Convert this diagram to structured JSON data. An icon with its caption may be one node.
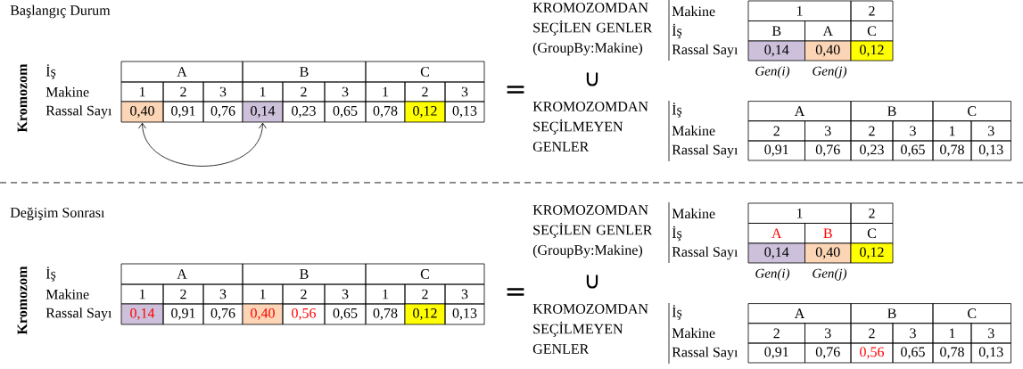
{
  "diagram": {
    "nodes": [
      {
        "text": [
          "0,40"
        ]
      },
      {
        "text": [
          "0,91"
        ]
      },
      {
        "text": [
          "0,76"
        ]
      },
      {
        "text": [
          "0,14"
        ]
      },
      {
        "text": [
          "0,23"
        ]
      },
      {
        "text": [
          "0,65"
        ]
      },
      {
        "text": [
          "0,78"
        ]
      },
      {
        "text": [
          "0,12"
        ]
      },
      {
        "text": [
          "0,13"
        ]
      }
    ],
    "edges": [
      {
        "from": 0,
        "to": 3,
        "arrow": "both"
      }
    ],
    "labels": [
      "Başlangıç Durum",
      "Kromozom",
      "İş",
      "A",
      "B",
      "C",
      "Makine",
      "1",
      "2",
      "3",
      "1",
      "2",
      "3",
      "1",
      "2",
      "3",
      "Rassal Sayı",
      "=",
      "KROMOZOMDAN SEÇİLEN GENLER (GroupBy:Makine)",
      "Makine",
      "1",
      "2",
      "İş",
      "B",
      "A",
      "C",
      "Rassal Sayı",
      "0,14",
      "0,40",
      "0,12",
      "Gen(i)",
      "Gen(j)",
      "∪",
      "KROMOZOMDAN SEÇİLMEYEN GENLER",
      "İş",
      "A",
      "B",
      "C",
      "Makine",
      "2",
      "3",
      "2",
      "3",
      "1",
      "3",
      "Rassal Sayı",
      "0,91",
      "0,76",
      "0,23",
      "0,65",
      "0,78",
      "0,13",
      "Değişim Sonrası",
      "Kromozom",
      "İş",
      "A",
      "B",
      "C",
      "Makine",
      "1",
      "2",
      "3",
      "1",
      "2",
      "3",
      "1",
      "2",
      "3",
      "Rassal Sayı",
      "0,14",
      "0,91",
      "0,76",
      "0,40",
      "0,56",
      "0,65",
      "0,78",
      "0,12",
      "0,13",
      "=",
      "KROMOZOMDAN SEÇİLEN GENLER (GroupBy:Makine)",
      "Makine",
      "1",
      "2",
      "İş",
      "A",
      "B",
      "C",
      "Rassal Sayı",
      "0,14",
      "0,40",
      "0,12",
      "Gen(i)",
      "Gen(j)",
      "∪",
      "KROMOZOMDAN SEÇİLMEYEN GENLER",
      "İş",
      "A",
      "B",
      "C",
      "Makine",
      "2",
      "3",
      "2",
      "3",
      "1",
      "3",
      "Rassal Sayı",
      "0,91",
      "0,76",
      "0,56",
      "0,65",
      "0,78",
      "0,13"
    ]
  }
}
